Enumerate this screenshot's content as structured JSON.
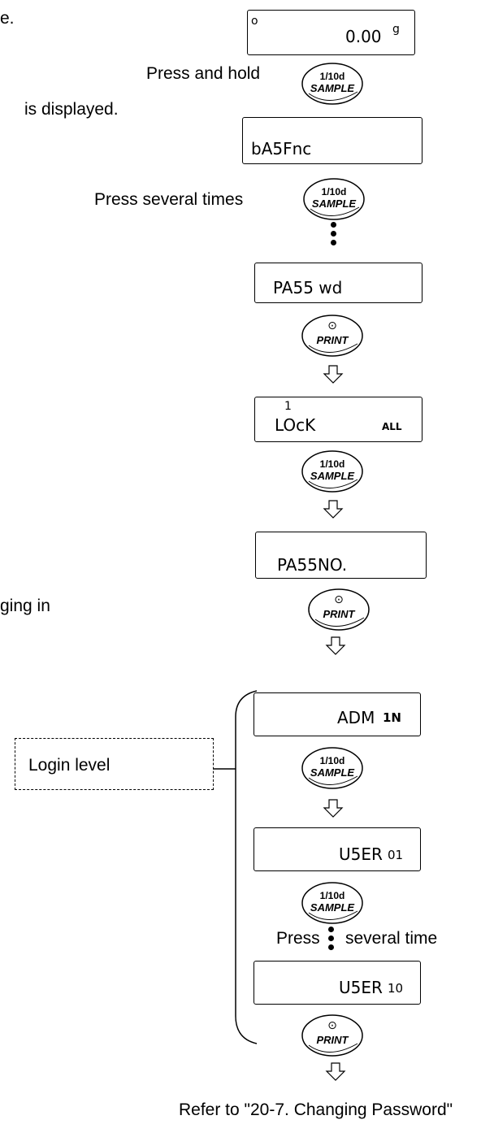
{
  "left_fragments": {
    "line1": "e.",
    "line2": "is displayed.",
    "line3": "ging in"
  },
  "instructions": {
    "press_hold": "Press and hold",
    "press_several_times": "Press several times",
    "press": "Press",
    "several_time": "several time"
  },
  "displays": {
    "initial": {
      "indicator": "o",
      "value": "0.00",
      "unit": "g"
    },
    "basic_func": "bA5Fnc",
    "password": "PA55 wd",
    "lock": {
      "sup": "1",
      "main": "LOcK",
      "sub": "ALL"
    },
    "pass_no": "PA55NO.",
    "admin": {
      "main": "ADM",
      "sub": "1N"
    },
    "user01": {
      "main": "U5ER",
      "sub": "01"
    },
    "user10": {
      "main": "U5ER",
      "sub": "10"
    }
  },
  "keys": {
    "sample": {
      "line1": "1/10d",
      "line2": "SAMPLE"
    },
    "print": {
      "symbol": "⊙",
      "line2": "PRINT"
    }
  },
  "login_level_label": "Login level",
  "footer": "Refer to \"20-7. Changing Password\""
}
